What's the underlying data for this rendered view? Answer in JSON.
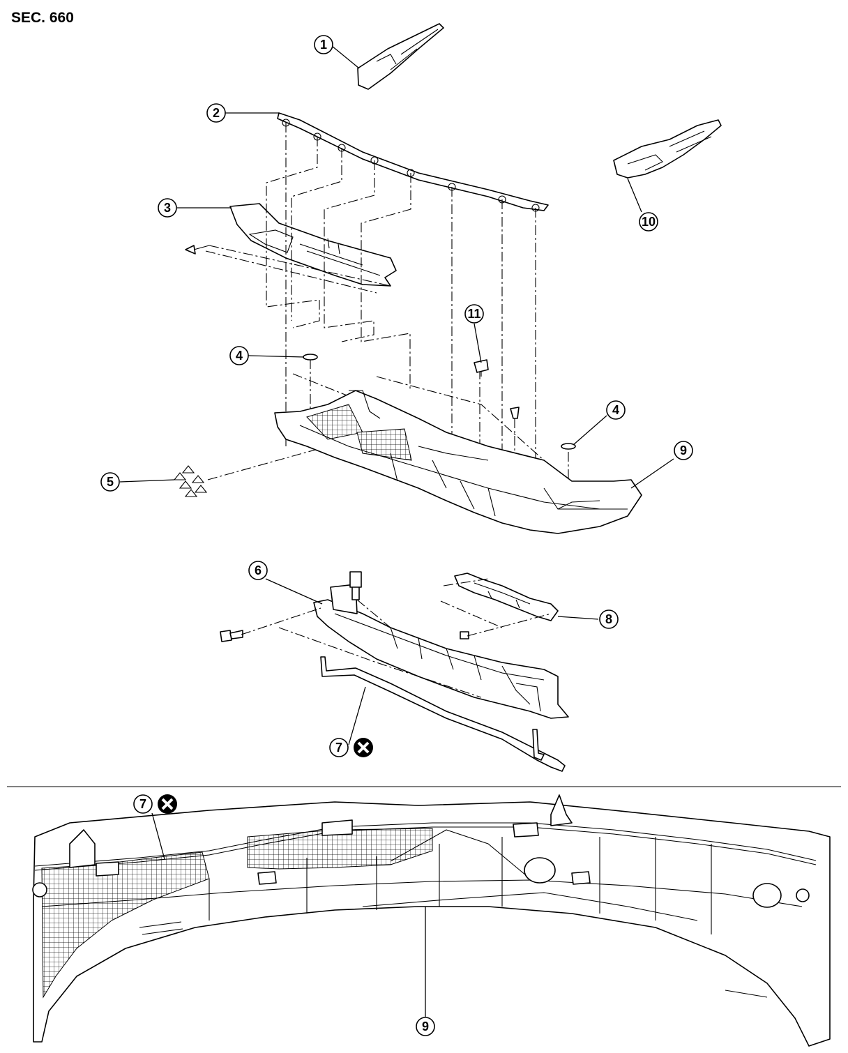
{
  "section_label": "SEC. 660",
  "callouts": [
    {
      "id": "c1",
      "label": "1"
    },
    {
      "id": "c2",
      "label": "2"
    },
    {
      "id": "c3",
      "label": "3"
    },
    {
      "id": "c4a",
      "label": "4"
    },
    {
      "id": "c4b",
      "label": "4"
    },
    {
      "id": "c5",
      "label": "5"
    },
    {
      "id": "c6",
      "label": "6"
    },
    {
      "id": "c7a",
      "label": "7"
    },
    {
      "id": "c7b",
      "label": "7"
    },
    {
      "id": "c8",
      "label": "8"
    },
    {
      "id": "c9a",
      "label": "9"
    },
    {
      "id": "c9b",
      "label": "9"
    },
    {
      "id": "c10",
      "label": "10"
    },
    {
      "id": "c11",
      "label": "11"
    }
  ],
  "symbols": {
    "do_not_reuse_icon": "circle-x-icon"
  }
}
